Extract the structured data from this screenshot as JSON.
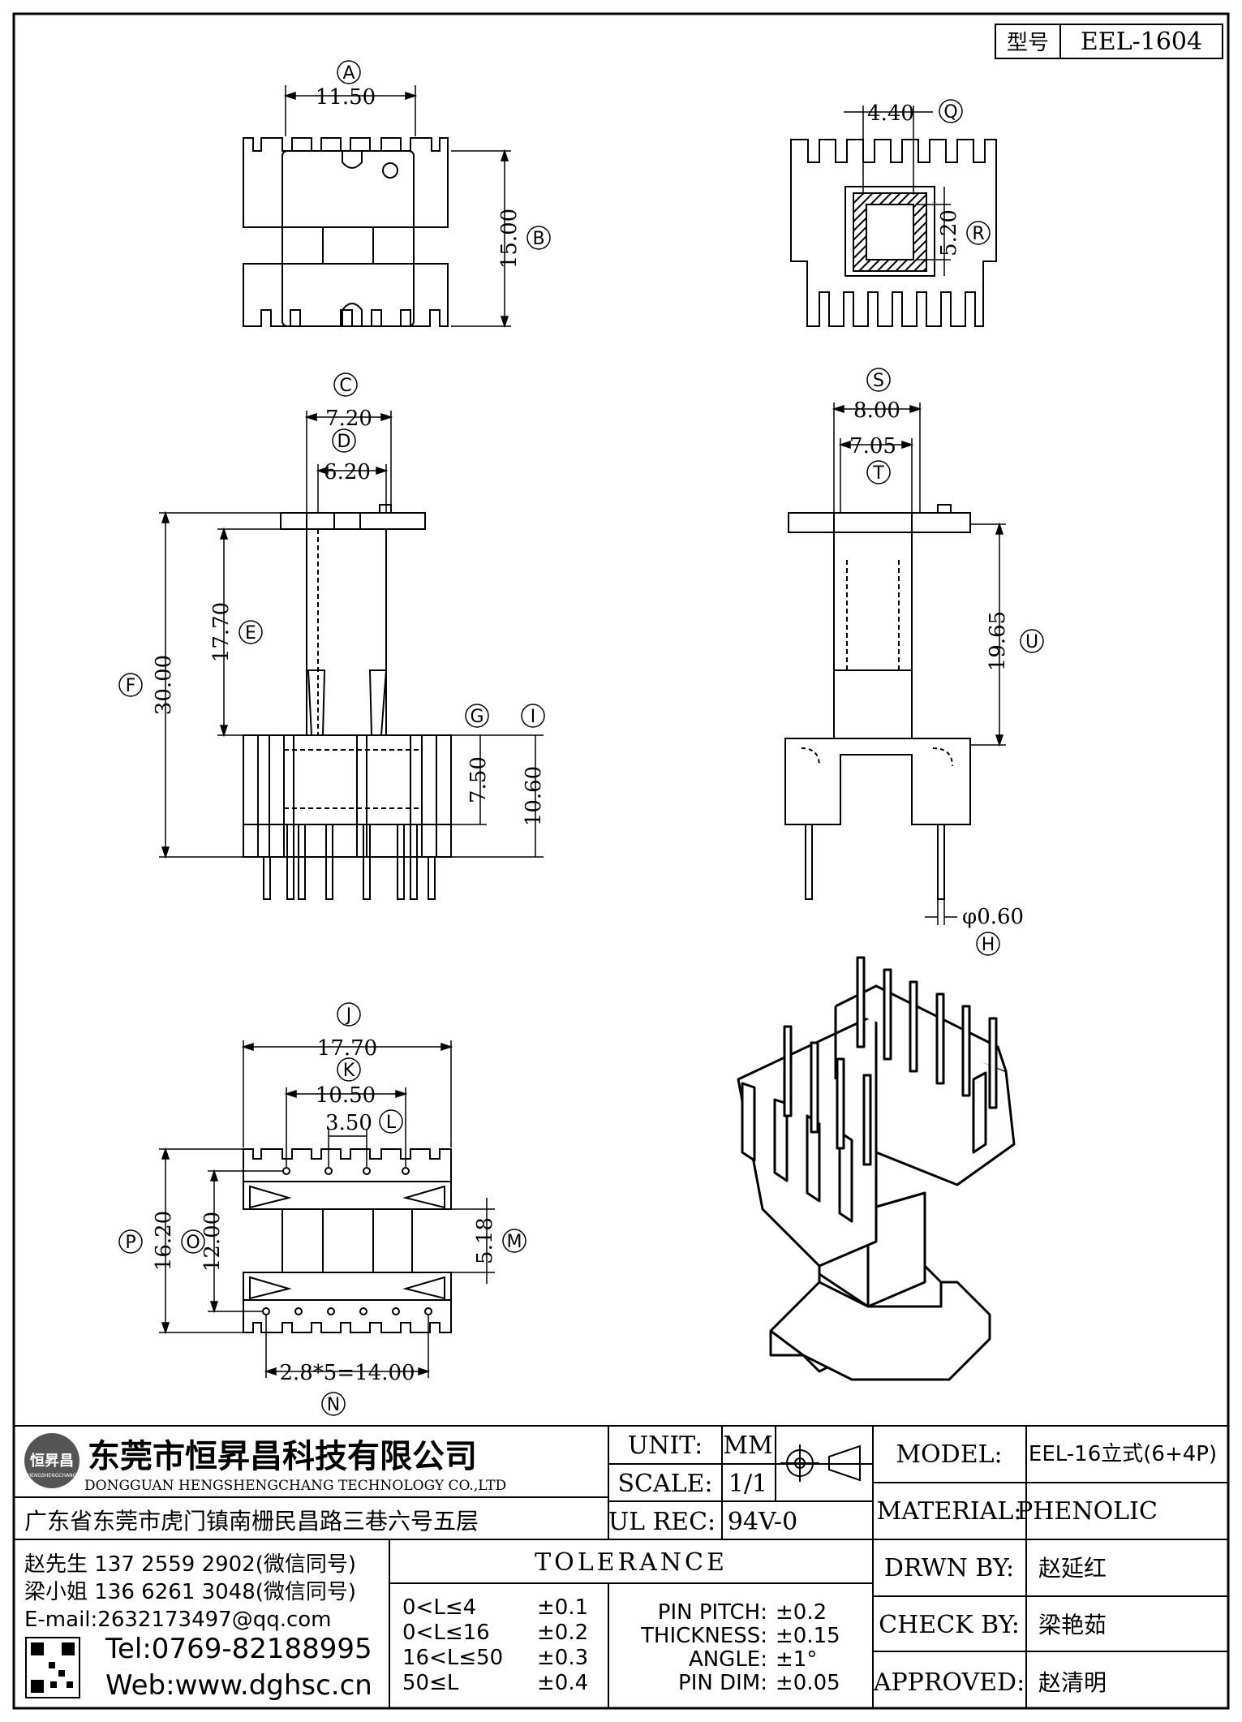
{
  "model_box": {
    "label": "型号",
    "value": "EEL-1604"
  },
  "dims": {
    "A": "11.50",
    "B": "15.00",
    "C": "7.20",
    "D": "6.20",
    "E": "17.70",
    "F": "30.00",
    "G": "7.50",
    "I": "10.60",
    "H": "φ0.60",
    "J": "17.70",
    "K": "10.50",
    "L": "3.50",
    "M": "5.18",
    "O": "12.00",
    "P": "16.20",
    "N": "2.8*5=14.00",
    "Q": "4.40",
    "R": "5.20",
    "S": "8.00",
    "T": "7.05",
    "U": "19.65"
  },
  "markers": {
    "A": "A",
    "B": "B",
    "C": "C",
    "D": "D",
    "E": "E",
    "F": "F",
    "G": "G",
    "H": "H",
    "I": "I",
    "J": "J",
    "K": "K",
    "L": "L",
    "M": "M",
    "N": "N",
    "O": "O",
    "P": "P",
    "Q": "Q",
    "R": "R",
    "S": "S",
    "T": "T",
    "U": "U"
  },
  "company": {
    "logo_text": "恒昇昌",
    "logo_sub": "HENGSHENGCHANG",
    "name_cn": "东莞市恒昇昌科技有限公司",
    "name_en": "DONGGUAN HENGSHENGCHANG TECHNOLOGY CO.,LTD",
    "address": "广东省东莞市虎门镇南栅民昌路三巷六号五层",
    "contact1": "赵先生 137 2559 2902(微信同号)",
    "contact2": "梁小姐 136 6261 3048(微信同号)",
    "email": "E-mail:2632173497@qq.com",
    "tel": "Tel:0769-82188995",
    "web": "Web:www.dghsc.cn"
  },
  "spec": {
    "unit_label": "UNIT:",
    "unit_value": "MM",
    "scale_label": "SCALE:",
    "scale_value": "1/1",
    "ul_label": "UL REC:",
    "ul_value": "94V-0",
    "model_label": "MODEL:",
    "model_value": "EEL-16立式(6+4P)",
    "material_label": "MATERIAL:",
    "material_value": "PHENOLIC",
    "drwn_label": "DRWN BY:",
    "drwn_value": "赵延红",
    "check_label": "CHECK BY:",
    "check_value": "梁艳茹",
    "approved_label": "APPROVED:",
    "approved_value": "赵清明"
  },
  "tolerance": {
    "title": "TOLERANCE",
    "rows": [
      {
        "range": "0<L≤4",
        "tol": "±0.1"
      },
      {
        "range": "0<L≤16",
        "tol": "±0.2"
      },
      {
        "range": "16<L≤50",
        "tol": "±0.3"
      },
      {
        "range": "50≤L",
        "tol": "±0.4"
      }
    ],
    "right": [
      {
        "label": "PIN PITCH:",
        "tol": "±0.2"
      },
      {
        "label": "THICKNESS:",
        "tol": "±0.15"
      },
      {
        "label": "ANGLE:",
        "tol": "±1°"
      },
      {
        "label": "PIN DIM:",
        "tol": "±0.05"
      }
    ]
  }
}
